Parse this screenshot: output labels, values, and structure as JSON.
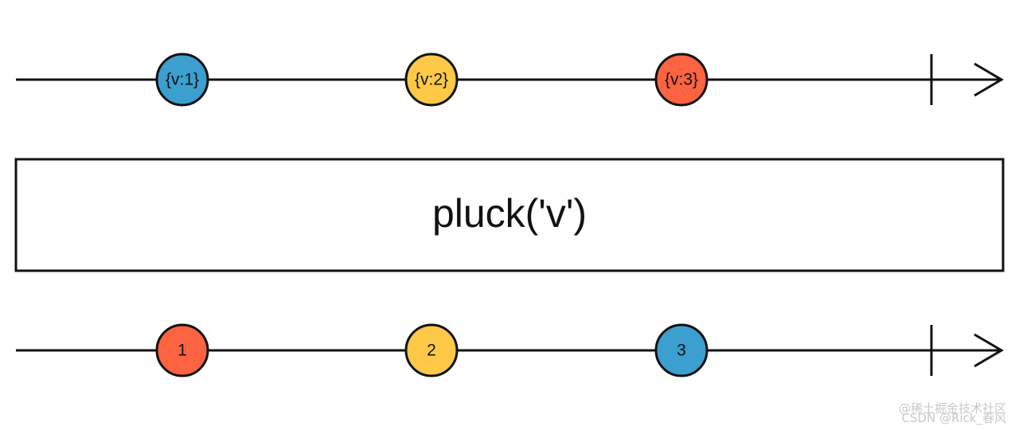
{
  "colors": {
    "blue": "#3b9fcf",
    "yellow": "#fdc946",
    "red": "#fc6340",
    "stroke": "#111111"
  },
  "input_stream": {
    "marbles": [
      {
        "label": "{v:1}",
        "color": "#3b9fcf"
      },
      {
        "label": "{v:2}",
        "color": "#fdc946"
      },
      {
        "label": "{v:3}",
        "color": "#fc6340"
      }
    ]
  },
  "operator": {
    "label": "pluck('v')"
  },
  "output_stream": {
    "marbles": [
      {
        "label": "1",
        "color": "#fc6340"
      },
      {
        "label": "2",
        "color": "#fdc946"
      },
      {
        "label": "3",
        "color": "#3b9fcf"
      }
    ]
  },
  "watermark": {
    "line1": "@稀土掘金技术社区",
    "line2": "CSDN @Rick_春风"
  }
}
